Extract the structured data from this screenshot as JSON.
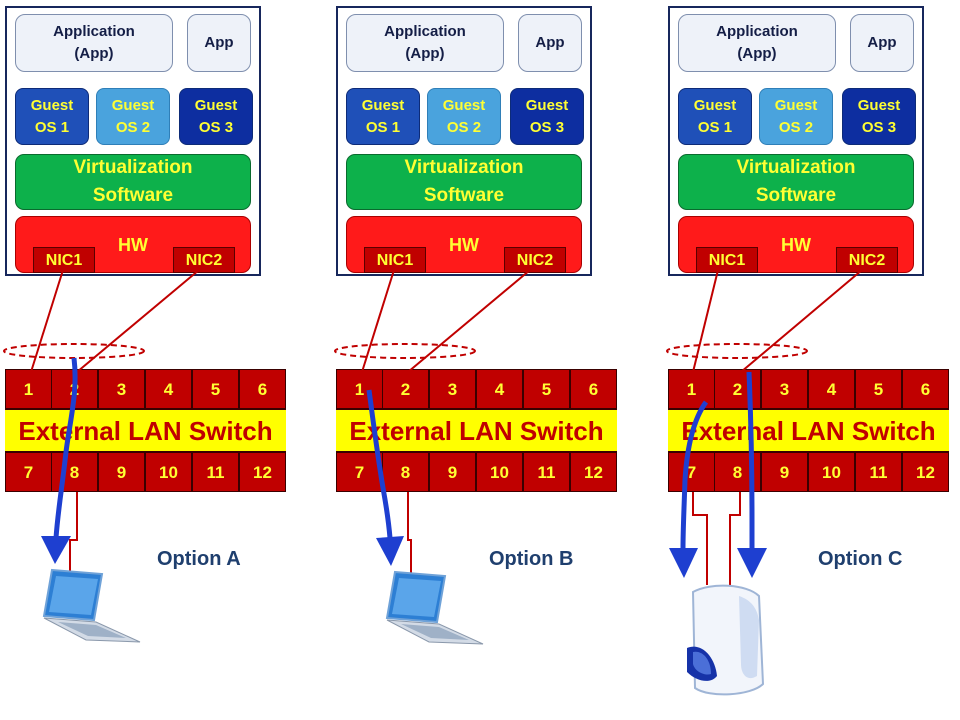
{
  "panels": [
    {
      "app_label": "Application\n(App)",
      "app_small_label": "App",
      "guests": [
        "Guest\nOS 1",
        "Guest\nOS 2",
        "Guest\nOS 3"
      ],
      "virtualization": "Virtualization\nSoftware",
      "hw": "HW",
      "nics": [
        "NIC1",
        "NIC2"
      ],
      "ports_top": [
        "1",
        "2",
        "3",
        "4",
        "5",
        "6"
      ],
      "ports_bottom": [
        "7",
        "8",
        "9",
        "10",
        "11",
        "12"
      ],
      "switch_label": "External LAN Switch",
      "option": "Option A"
    },
    {
      "app_label": "Application\n(App)",
      "app_small_label": "App",
      "guests": [
        "Guest\nOS 1",
        "Guest\nOS 2",
        "Guest\nOS 3"
      ],
      "virtualization": "Virtualization\nSoftware",
      "hw": "HW",
      "nics": [
        "NIC1",
        "NIC2"
      ],
      "ports_top": [
        "1",
        "2",
        "3",
        "4",
        "5",
        "6"
      ],
      "ports_bottom": [
        "7",
        "8",
        "9",
        "10",
        "11",
        "12"
      ],
      "switch_label": "External LAN Switch",
      "option": "Option B"
    },
    {
      "app_label": "Application\n(App)",
      "app_small_label": "App",
      "guests": [
        "Guest\nOS 1",
        "Guest\nOS 2",
        "Guest\nOS 3"
      ],
      "virtualization": "Virtualization\nSoftware",
      "hw": "HW",
      "nics": [
        "NIC1",
        "NIC2"
      ],
      "ports_top": [
        "1",
        "2",
        "3",
        "4",
        "5",
        "6"
      ],
      "ports_bottom": [
        "7",
        "8",
        "9",
        "10",
        "11",
        "12"
      ],
      "switch_label": "External LAN Switch",
      "option": "Option C"
    }
  ],
  "colors": {
    "guest1": "#1f50b8",
    "guest2": "#4aa3dd",
    "guest3": "#0d2ea0",
    "link": "#c00000",
    "flow": "#1e3fd0"
  }
}
